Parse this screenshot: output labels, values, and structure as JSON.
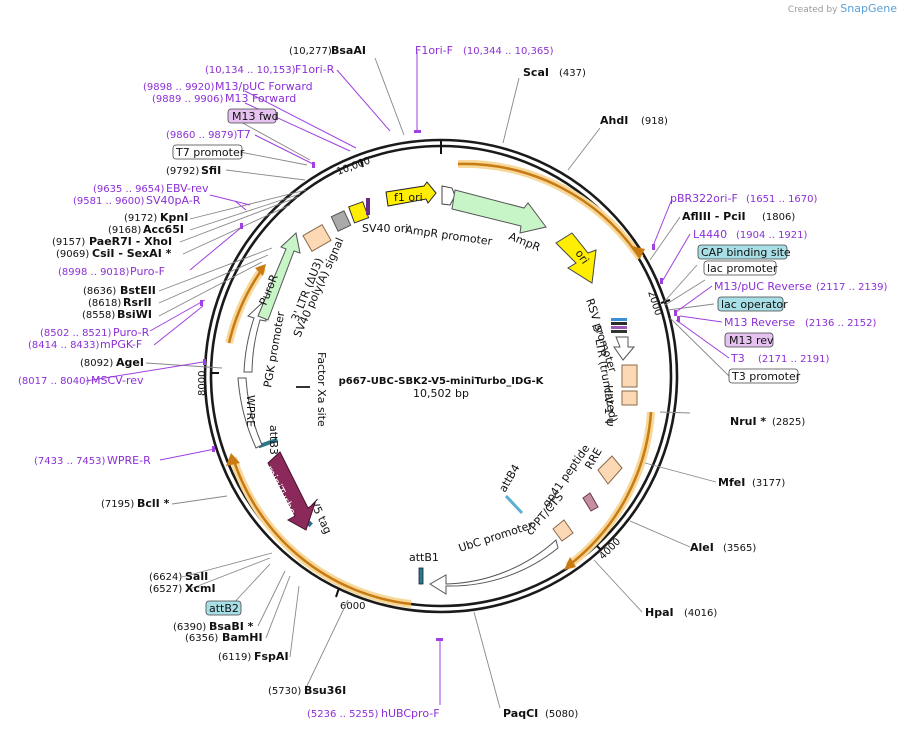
{
  "credit": {
    "prefix": "Created by",
    "brand": "SnapGene"
  },
  "plasmid": {
    "name": "p667-UBC-SBK2-V5-miniTurbo_IDG-K",
    "length_label": "10,502 bp",
    "length": 10502
  },
  "ticks": [
    "2000",
    "4000",
    "6000",
    "8000",
    "10,000"
  ],
  "enzymes": [
    {
      "name": "BsaAI",
      "pos": "(10,277)"
    },
    {
      "name": "ScaI",
      "pos": "(437)"
    },
    {
      "name": "AhdI",
      "pos": "(918)"
    },
    {
      "name": "SfiI",
      "pos": "(9792)"
    },
    {
      "name": "KpnI",
      "pos": "(9172)"
    },
    {
      "name": "Acc65I",
      "pos": "(9168)"
    },
    {
      "name": "PaeR7I - XhoI",
      "pos": "(9157)"
    },
    {
      "name": "CsiI - SexAI *",
      "pos": "(9069)"
    },
    {
      "name": "AflIII - PciI",
      "pos": "(1806)"
    },
    {
      "name": "BstEII",
      "pos": "(8636)"
    },
    {
      "name": "RsrII",
      "pos": "(8618)"
    },
    {
      "name": "BsiWI",
      "pos": "(8558)"
    },
    {
      "name": "AgeI",
      "pos": "(8092)"
    },
    {
      "name": "NruI *",
      "pos": "(2825)"
    },
    {
      "name": "MfeI",
      "pos": "(3177)"
    },
    {
      "name": "BclI *",
      "pos": "(7195)"
    },
    {
      "name": "AleI",
      "pos": "(3565)"
    },
    {
      "name": "SalI",
      "pos": "(6624)"
    },
    {
      "name": "XcmI",
      "pos": "(6527)"
    },
    {
      "name": "BsaBI *",
      "pos": "(6390)"
    },
    {
      "name": "BamHI",
      "pos": "(6356)"
    },
    {
      "name": "HpaI",
      "pos": "(4016)"
    },
    {
      "name": "FspAI",
      "pos": "(6119)"
    },
    {
      "name": "Bsu36I",
      "pos": "(5730)"
    },
    {
      "name": "PaqCI",
      "pos": "(5080)"
    }
  ],
  "primers": [
    {
      "name": "F1ori-F",
      "pos": "(10,344 .. 10,365)"
    },
    {
      "name": "F1ori-R",
      "pos": "(10,134 .. 10,153)"
    },
    {
      "name": "M13/pUC Forward",
      "pos": "(9898 .. 9920)"
    },
    {
      "name": "M13 Forward",
      "pos": "(9889 .. 9906)"
    },
    {
      "name": "T7",
      "pos": "(9860 .. 9879)"
    },
    {
      "name": "EBV-rev",
      "pos": "(9635 .. 9654)"
    },
    {
      "name": "SV40pA-R",
      "pos": "(9581 .. 9600)"
    },
    {
      "name": "Puro-F",
      "pos": "(8998 .. 9018)"
    },
    {
      "name": "Puro-R",
      "pos": "(8502 .. 8521)"
    },
    {
      "name": "mPGK-F",
      "pos": "(8414 .. 8433)"
    },
    {
      "name": "MSCV-rev",
      "pos": "(8017 .. 8040)"
    },
    {
      "name": "WPRE-R",
      "pos": "(7433 .. 7453)"
    },
    {
      "name": "pBR322ori-F",
      "pos": "(1651 .. 1670)"
    },
    {
      "name": "L4440",
      "pos": "(1904 .. 1921)"
    },
    {
      "name": "M13/pUC Reverse",
      "pos": "(2117 .. 2139)"
    },
    {
      "name": "M13 Reverse",
      "pos": "(2136 .. 2152)"
    },
    {
      "name": "T3",
      "pos": "(2171 .. 2191)"
    },
    {
      "name": "hUBCpro-F",
      "pos": "(5236 .. 5255)"
    }
  ],
  "boxes": [
    "M13 fwd",
    "T7 promoter",
    "CAP binding site",
    "lac promoter",
    "lac operator",
    "M13 rev",
    "T3 promoter",
    "attB2"
  ],
  "features": {
    "f1ori": "f1 ori",
    "sv40ori": "SV40 ori",
    "ampr_promoter": "AmpR promoter",
    "ampr": "AmpR",
    "ori": "ori",
    "rsv": "RSV promoter",
    "ltr5": "5' LTR (truncated)",
    "hiv": "HIV-1 Ψ",
    "rre": "RRE",
    "gp41": "gp41 peptide",
    "cppt": "cPPT/CTS",
    "attb4": "attB4",
    "ubc": "UbC promoter",
    "attb1": "attB1",
    "v5": "V5 tag",
    "miniturbo": "miniTurbo",
    "attb3": "attB3",
    "wpre": "WPRE",
    "pgk": "PGK promoter",
    "puror": "PuroR",
    "ltr3": "3' LTR (ΔU3)",
    "sv40pa": "SV40 poly(A) signal",
    "factorxa": "Factor Xa site"
  },
  "colors": {
    "enzyme": "#111111",
    "primer": "#8c2fd6",
    "orange_arrow": "#c97a12",
    "ampr": "#c8f5c8",
    "ori": "#ffee00",
    "miniturbo": "#8b2a5a",
    "primer_box": "#e6c2f0",
    "teal_box": "#a8dfe6"
  }
}
